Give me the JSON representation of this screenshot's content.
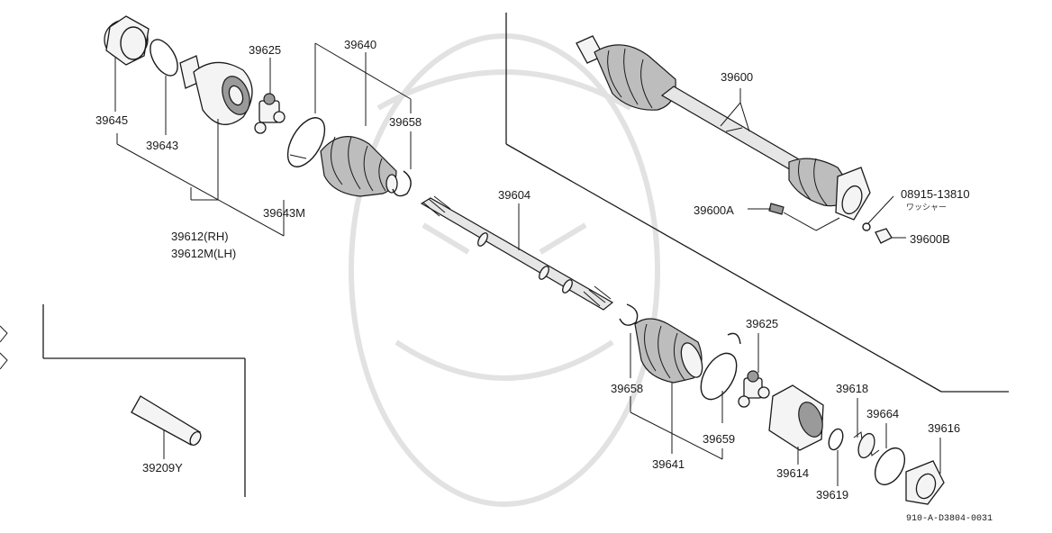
{
  "diagram": {
    "labels": {
      "p39645": "39645",
      "p39643": "39643",
      "p39625_top": "39625",
      "p39640": "39640",
      "p39658_top": "39658",
      "p39643M": "39643M",
      "p39612": "39612(RH)",
      "p39612M": "39612M(LH)",
      "p39604": "39604",
      "p39600": "39600",
      "p39600A": "39600A",
      "p08915": "08915-13810",
      "washer": "ワッシャー",
      "p39600B": "39600B",
      "p39625_bot": "39625",
      "p39658_bot": "39658",
      "p39659": "39659",
      "p39641": "39641",
      "p39614": "39614",
      "p39618": "39618",
      "p39664": "39664",
      "p39616": "39616",
      "p39619": "39619",
      "p39209Y": "39209Y",
      "ref": "910-A-D3804-0031"
    },
    "colors": {
      "ink": "#1a1a1a",
      "boot": "#bdbdbd",
      "watermark": "#e2e2e2"
    }
  }
}
